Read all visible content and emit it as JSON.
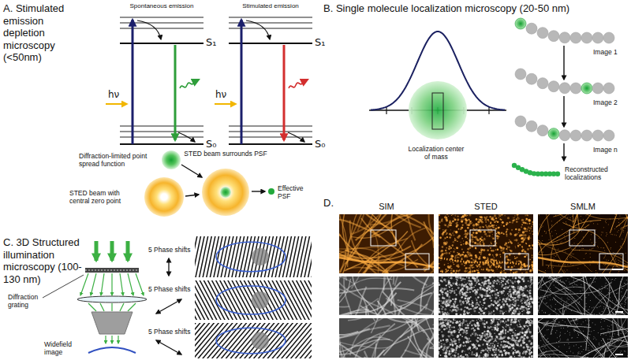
{
  "diagram": {
    "labels": [
      "A. Stimulated emission depletion microscopy (<50nm)",
      "Spontaneous emission",
      "Stimulated emission",
      "S₁",
      "S₀",
      "hν",
      "S₁",
      "S₀",
      "hν",
      "Diffraction-limited point spread function",
      "STED beam with central zero point",
      "STED beam surrounds PSF",
      "Effective PSF",
      "B. Single molecule localization microscopy (20-50 nm)",
      "Localization center of mass",
      "Image 1",
      "Image 2",
      "Image n",
      "Reconstructed localizations",
      "C. 3D Structured illumination microscopy (100-130 nm)",
      "Diffraction grating",
      "Widefield image",
      "5 Phase shifts",
      "5 Phase shifts",
      "5 Phase shifts",
      "D.",
      "SIM",
      "STED",
      "SMLM"
    ]
  }
}
